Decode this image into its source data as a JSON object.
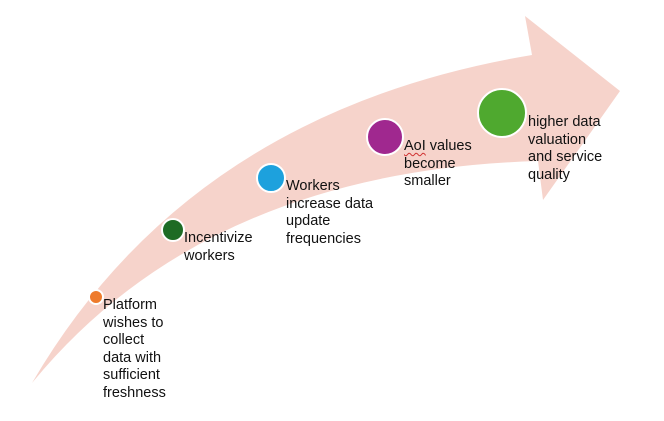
{
  "diagram": {
    "arrow_color": "#F6D3CB",
    "steps": [
      {
        "text": "Platform\nwishes to\ncollect\ndata with\nsufficient\nfreshness",
        "color": "#EE7B2C"
      },
      {
        "text": "Incentivize\nworkers",
        "color": "#1E6B24"
      },
      {
        "text": "Workers\nincrease data\nupdate\nfrequencies",
        "color": "#1DA1DD"
      },
      {
        "prefix": "AoI",
        "text": " values\nbecome\nsmaller",
        "color": "#A0288F"
      },
      {
        "text": "higher data\nvaluation\nand service\nquality",
        "color": "#4FA92F"
      }
    ]
  }
}
